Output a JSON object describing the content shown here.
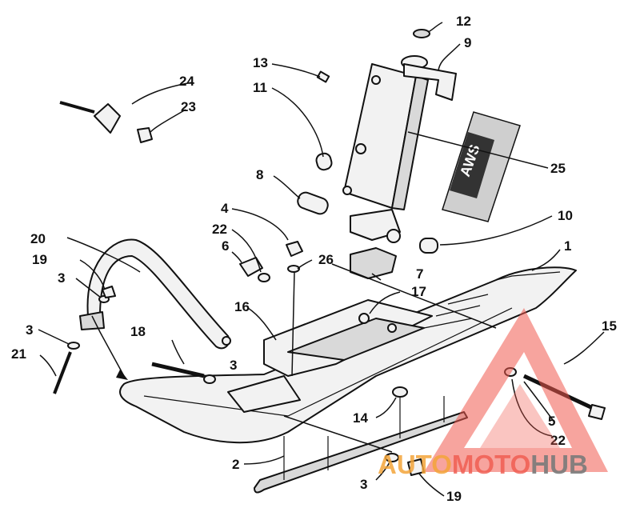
{
  "diagram": {
    "callouts": [
      {
        "id": "1",
        "label": "1"
      },
      {
        "id": "2",
        "label": "2"
      },
      {
        "id": "3a",
        "label": "3"
      },
      {
        "id": "3b",
        "label": "3"
      },
      {
        "id": "3c",
        "label": "3"
      },
      {
        "id": "3d",
        "label": "3"
      },
      {
        "id": "4",
        "label": "4"
      },
      {
        "id": "5",
        "label": "5"
      },
      {
        "id": "6",
        "label": "6"
      },
      {
        "id": "7",
        "label": "7"
      },
      {
        "id": "8",
        "label": "8"
      },
      {
        "id": "9",
        "label": "9"
      },
      {
        "id": "10",
        "label": "10"
      },
      {
        "id": "11",
        "label": "11"
      },
      {
        "id": "12",
        "label": "12"
      },
      {
        "id": "13",
        "label": "13"
      },
      {
        "id": "14",
        "label": "14"
      },
      {
        "id": "15",
        "label": "15"
      },
      {
        "id": "16",
        "label": "16"
      },
      {
        "id": "17",
        "label": "17"
      },
      {
        "id": "18",
        "label": "18"
      },
      {
        "id": "19a",
        "label": "19"
      },
      {
        "id": "19b",
        "label": "19"
      },
      {
        "id": "20",
        "label": "20"
      },
      {
        "id": "21",
        "label": "21"
      },
      {
        "id": "22a",
        "label": "22"
      },
      {
        "id": "22b",
        "label": "22"
      },
      {
        "id": "23",
        "label": "23"
      },
      {
        "id": "24",
        "label": "24"
      },
      {
        "id": "25",
        "label": "25"
      },
      {
        "id": "26",
        "label": "26"
      }
    ],
    "decal_text": "AWS"
  },
  "watermark": {
    "part_auto": "AUTO",
    "part_moto": "MOTO",
    "part_hub": "HUB",
    "colors": {
      "red": "#f05a4e",
      "orange": "#f4a53a",
      "gray": "#7a7a7a"
    }
  }
}
